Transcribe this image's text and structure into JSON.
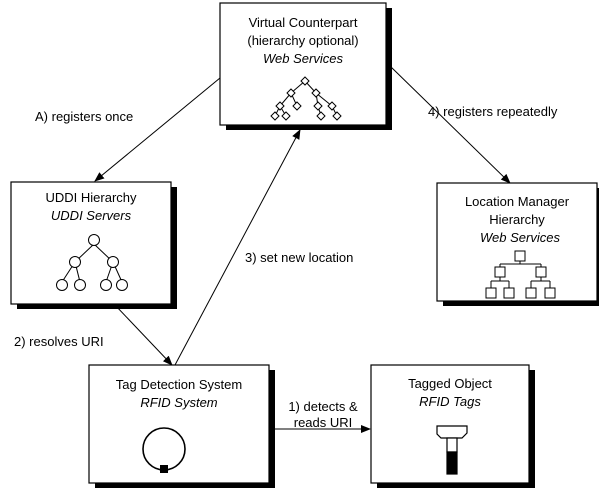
{
  "nodes": {
    "virtual_counterpart": {
      "line1": "Virtual Counterpart",
      "line2": "(hierarchy optional)",
      "line3": "Web Services"
    },
    "uddi": {
      "line1": "UDDI Hierarchy",
      "line2": "UDDI Servers"
    },
    "location_manager": {
      "line1": "Location Manager",
      "line2": "Hierarchy",
      "line3": "Web Services"
    },
    "tag_detection": {
      "line1": "Tag Detection System",
      "line2": "RFID System"
    },
    "tagged_object": {
      "line1": "Tagged Object",
      "line2": "RFID Tags"
    }
  },
  "edges": {
    "a_registers_once": "A) registers once",
    "registers_repeatedly": "4) registers repeatedly",
    "set_new_location": "3) set new location",
    "resolves_uri": "2) resolves URI",
    "detects_line1": "1) detects &",
    "detects_line2": "reads URI"
  },
  "icons": {
    "virtual_counterpart": "diamond-tree-icon",
    "uddi": "circle-tree-icon",
    "location_manager": "square-tree-icon",
    "tag_detection": "rfid-reader-loop-icon",
    "tagged_object": "hammer-tag-icon"
  }
}
